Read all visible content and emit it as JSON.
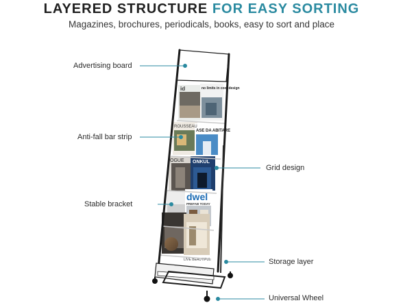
{
  "header": {
    "title_part1": "LAYERED STRUCTURE",
    "title_part2": "FOR EASY SORTING",
    "subtitle": "Magazines, brochures, periodicals, books, easy to sort and place"
  },
  "callouts": {
    "advertising_board": "Advertising board",
    "anti_fall_bar": "Anti-fall bar strip",
    "stable_bracket": "Stable bracket",
    "grid_design": "Grid design",
    "storage_layer": "Storage layer",
    "universal_wheel": "Universal Wheel"
  },
  "magazines": {
    "shelf1_left": "id",
    "shelf1_right": "no limits in cool design",
    "shelf2_left": "ROUSSEAU",
    "shelf2_right": "ASE DA ABITARE",
    "shelf3_left": "OGUE",
    "shelf3_right": "ONKUL",
    "shelf4_right": "dwel",
    "shelf4_right_sub": "PREFAB TODAY",
    "shelf5_right": "LIVE BEAUTIFUL"
  },
  "colors": {
    "accent": "#2a8aa0",
    "frame": "#1a1a1a",
    "leader_line": "#2a8aa0"
  }
}
